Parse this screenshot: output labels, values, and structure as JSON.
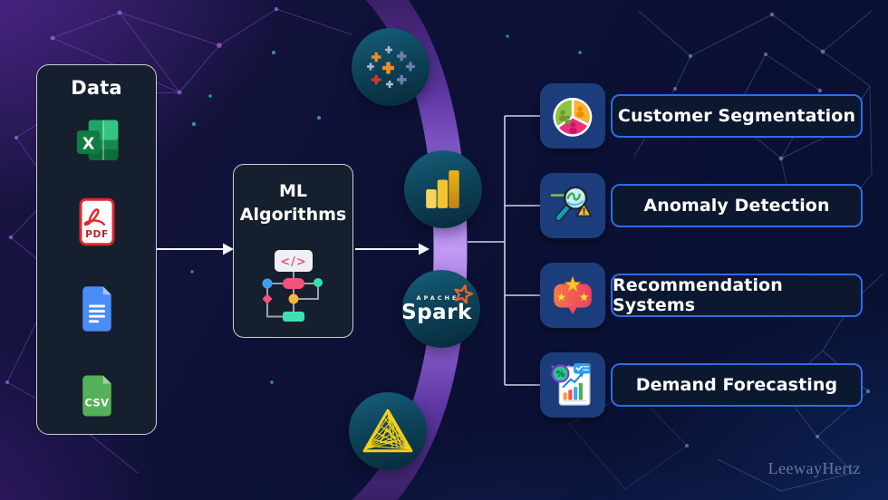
{
  "watermark": "LeewayHertz",
  "data_box": {
    "title": "Data",
    "items": [
      {
        "name": "excel-file-icon",
        "letter": "X"
      },
      {
        "name": "pdf-file-icon",
        "label": "PDF"
      },
      {
        "name": "google-docs-file-icon"
      },
      {
        "name": "csv-file-icon",
        "label": "CSV"
      }
    ]
  },
  "ml_box": {
    "line1": "ML",
    "line2": "Algorithms",
    "code_glyph": "</>"
  },
  "tools": [
    {
      "name": "tableau-logo"
    },
    {
      "name": "power-bi-logo"
    },
    {
      "name": "apache-spark-logo",
      "caption_top": "APACHE",
      "caption": "Spark"
    },
    {
      "name": "triangle-spiral-logo"
    }
  ],
  "outcomes": [
    {
      "icon": "pie-chart-people-icon",
      "label": "Customer Segmentation"
    },
    {
      "icon": "magnifier-anomaly-icon",
      "label": "Anomaly Detection"
    },
    {
      "icon": "stars-bubble-icon",
      "label": "Recommendation Systems"
    },
    {
      "icon": "forecast-chart-icon",
      "label": "Demand Forecasting"
    }
  ],
  "glyphs": {
    "percent": "%",
    "alert": "!"
  },
  "colors": {
    "background": "#0a0f33",
    "arc_light": "#c19bf2",
    "arc_dark": "#3a2066",
    "circle_teal_top": "#15607a",
    "circle_teal_bottom": "#07293a",
    "panel_bg": "#161f2e",
    "panel_border": "#c9cfd8",
    "tile_bg": "#1c3d7c",
    "label_border": "#2e6ce6",
    "label_bg": "#0c1830",
    "connector": "#e8ecf2"
  }
}
